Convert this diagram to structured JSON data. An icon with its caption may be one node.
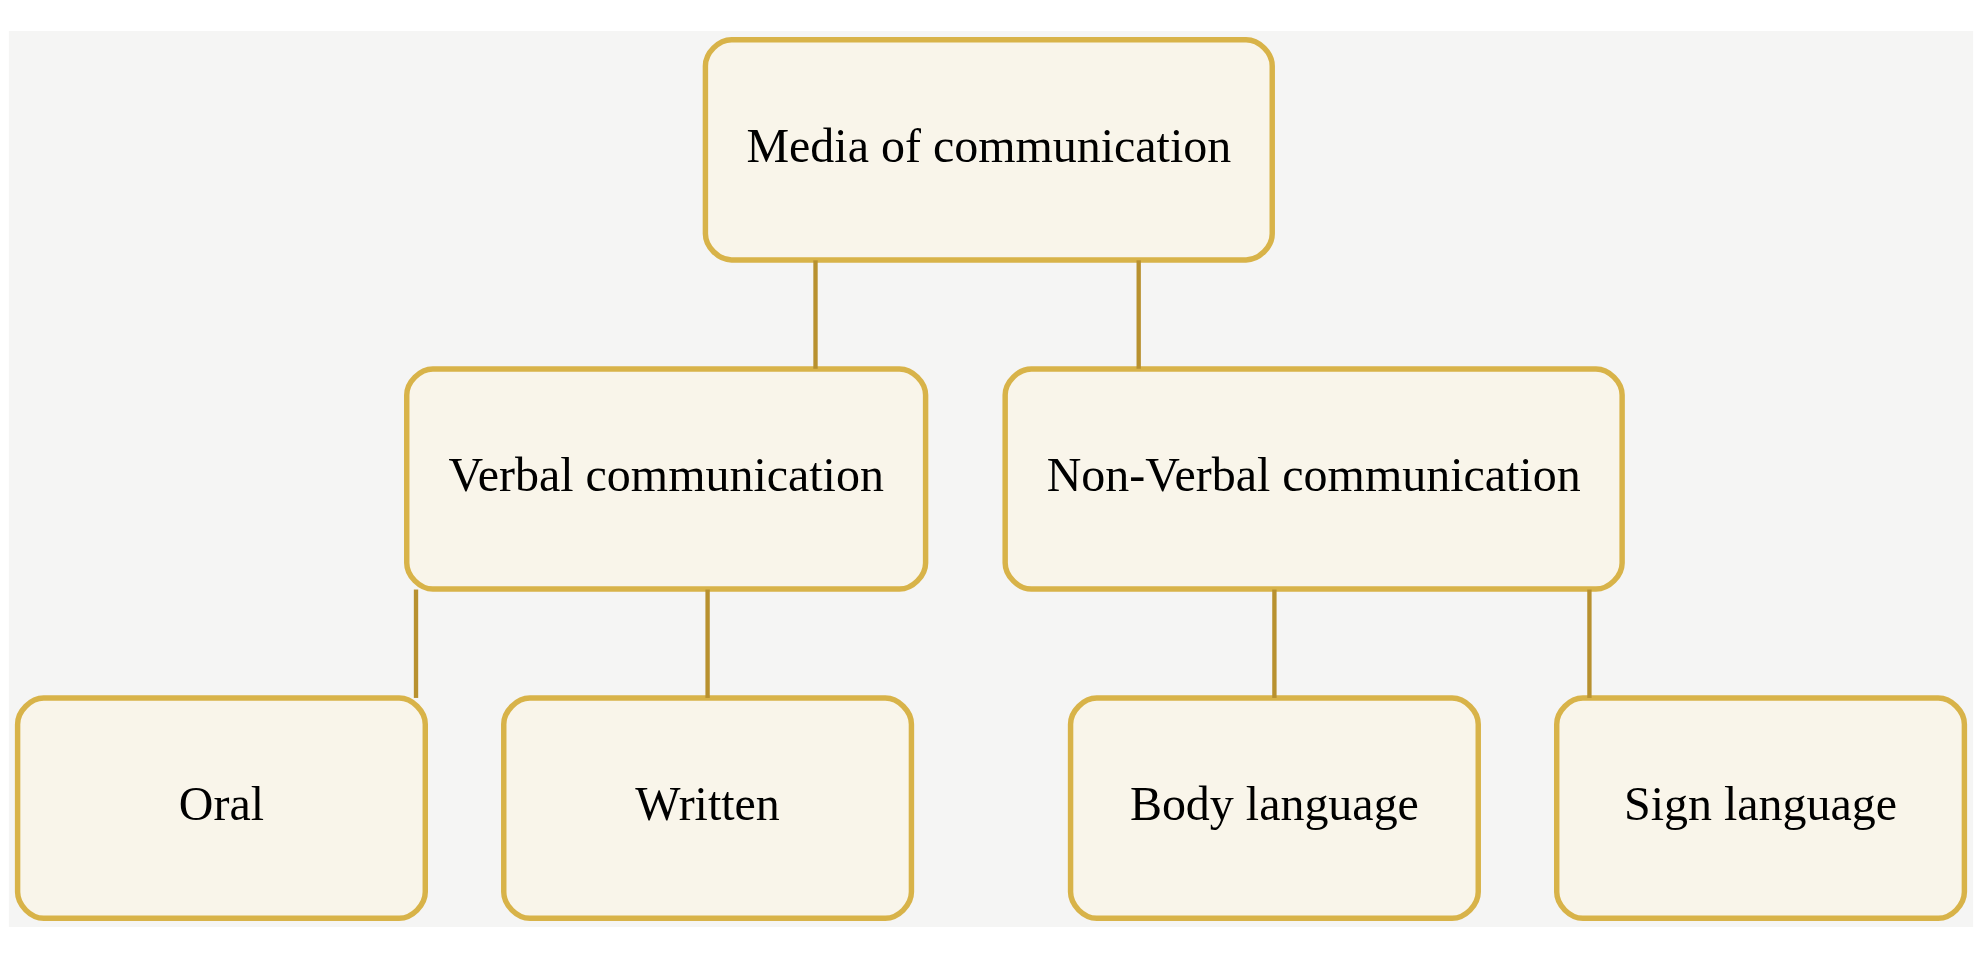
{
  "diagram": {
    "nodes": [
      {
        "text": [
          "Media of communication"
        ]
      },
      {
        "text": [
          "Verbal communication"
        ]
      },
      {
        "text": [
          "Non-Verbal communication"
        ]
      },
      {
        "text": [
          "Oral"
        ]
      },
      {
        "text": [
          "Written"
        ]
      },
      {
        "text": [
          "Body language"
        ]
      },
      {
        "text": [
          "Sign language"
        ]
      }
    ],
    "edges": [
      {
        "from": 0,
        "to": 1,
        "arrow": "none"
      },
      {
        "from": 0,
        "to": 2,
        "arrow": "none"
      },
      {
        "from": 1,
        "to": 3,
        "arrow": "none"
      },
      {
        "from": 1,
        "to": 4,
        "arrow": "none"
      },
      {
        "from": 2,
        "to": 5,
        "arrow": "none"
      },
      {
        "from": 2,
        "to": 6,
        "arrow": "none"
      }
    ]
  }
}
